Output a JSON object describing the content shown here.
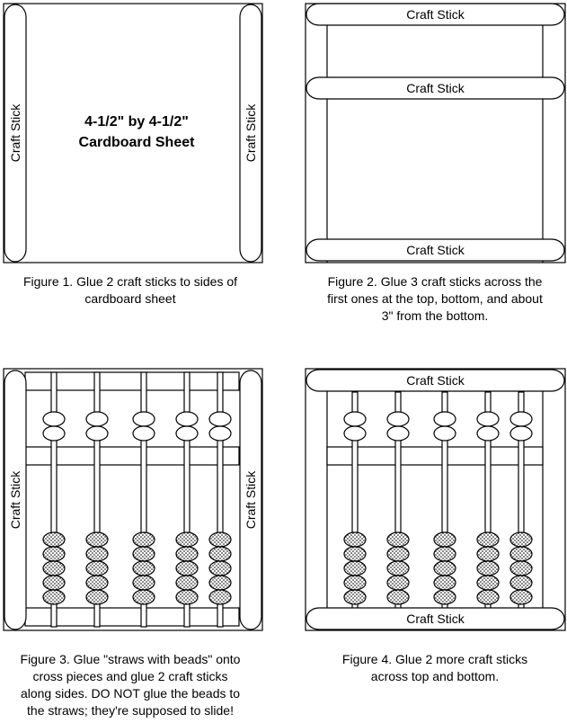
{
  "sheet_label": [
    "4-1/2\" by 4-1/2\"",
    "Cardboard Sheet"
  ],
  "stick_label": "Craft Stick",
  "figures": [
    {
      "caption": [
        "Figure 1.  Glue 2 craft sticks to sides of",
        "cardboard sheet"
      ]
    },
    {
      "caption": [
        "Figure 2.  Glue 3 craft sticks across the",
        "first ones at the top, bottom, and about",
        "3\" from the bottom."
      ]
    },
    {
      "caption": [
        "Figure 3.  Glue \"straws with beads\" onto",
        "cross pieces and glue 2 craft sticks",
        "along sides.  DO NOT glue the beads to",
        "the straws; they're supposed to slide!"
      ]
    },
    {
      "caption": [
        "Figure 4.  Glue 2 more craft sticks",
        "across top and bottom."
      ]
    }
  ],
  "abacus": {
    "rods": 5,
    "upper_beads_per_rod": 2,
    "lower_beads_per_rod": 5
  }
}
